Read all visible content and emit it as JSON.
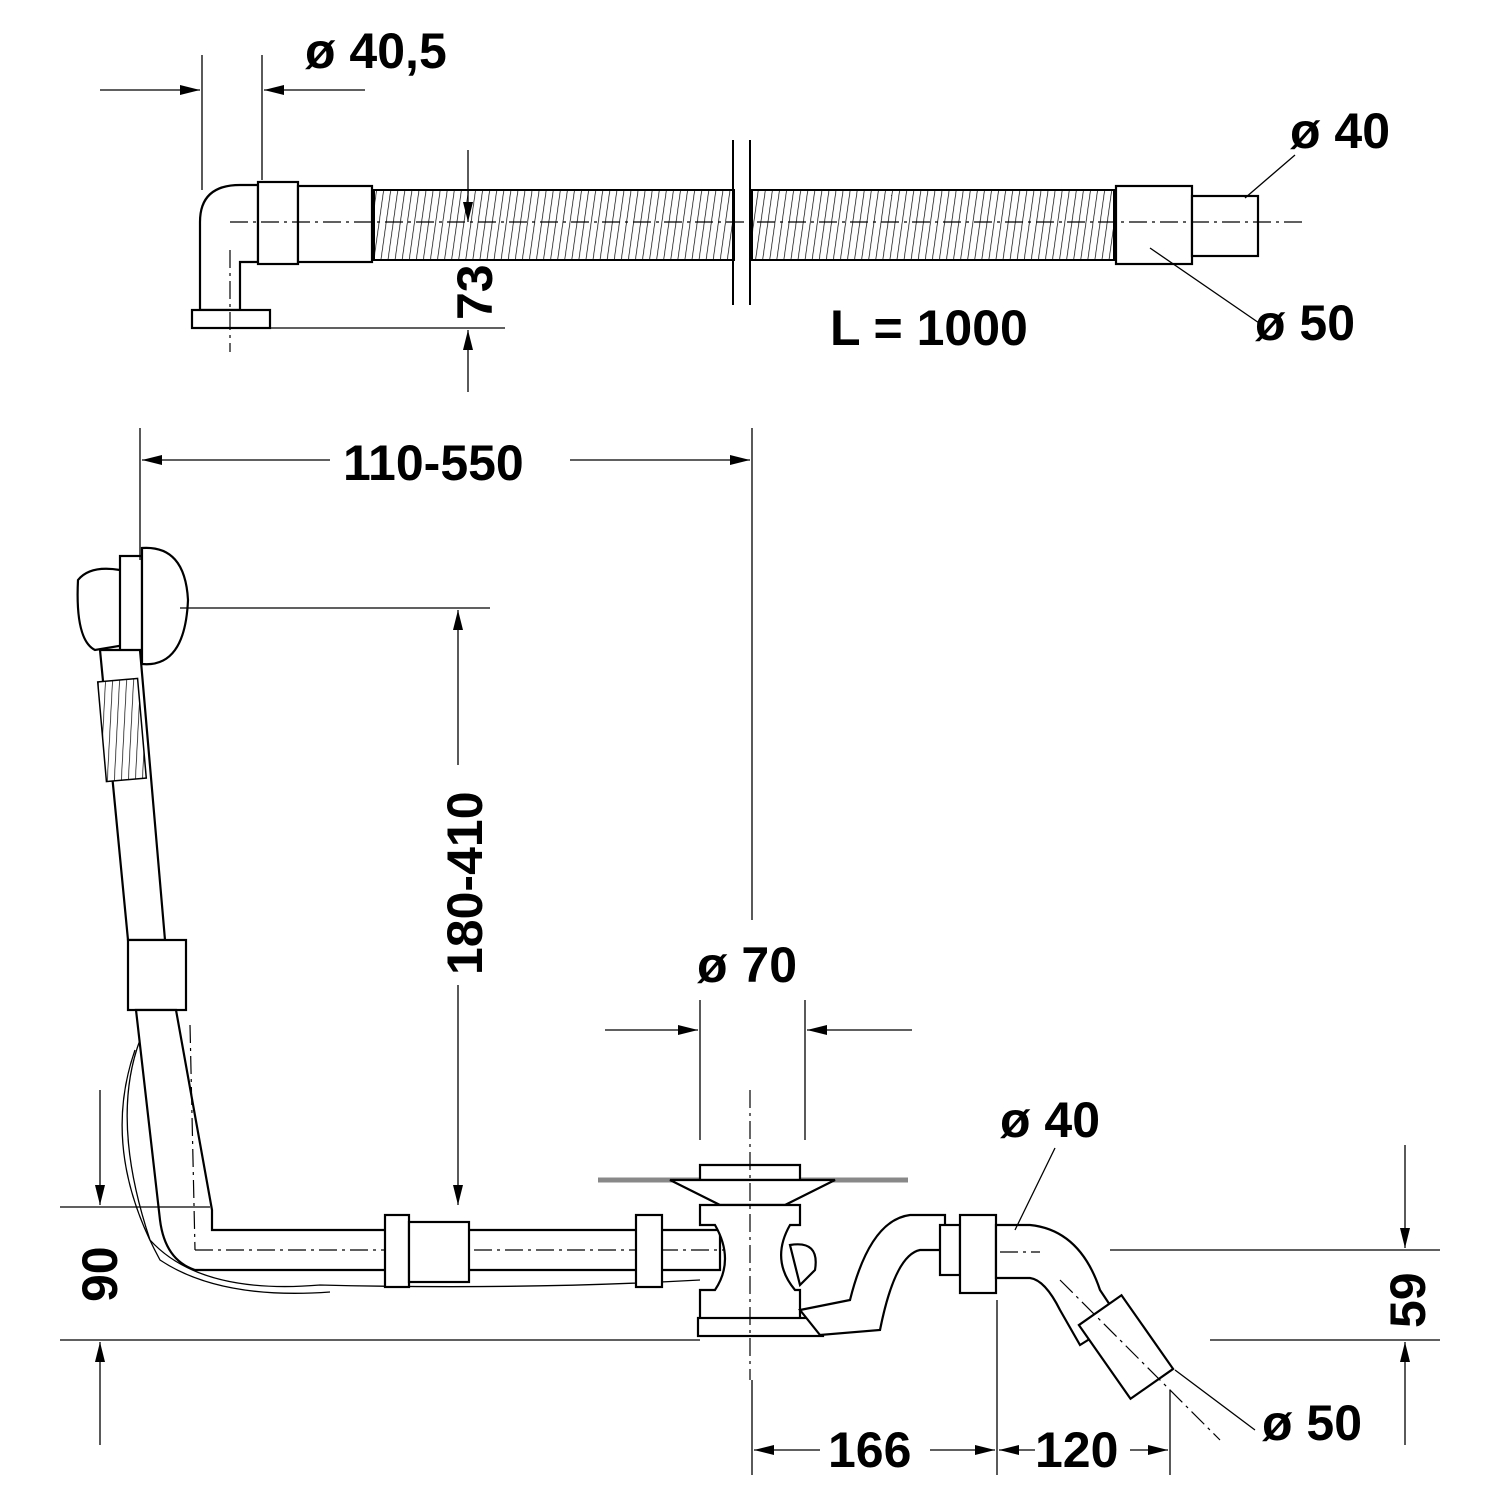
{
  "top_view": {
    "dia_inlet": "ø 40,5",
    "dia_outlet_small": "ø 40",
    "dia_outlet_large": "ø 50",
    "height": "73",
    "length": "L = 1000"
  },
  "main_view": {
    "horizontal_range": "110-550",
    "vertical_range": "180-410",
    "drain_dia": "ø 70",
    "outlet_dia_small": "ø 40",
    "outlet_dia_large": "ø 50",
    "height_left": "90",
    "height_right": "59",
    "dist_1": "166",
    "dist_2": "120"
  }
}
